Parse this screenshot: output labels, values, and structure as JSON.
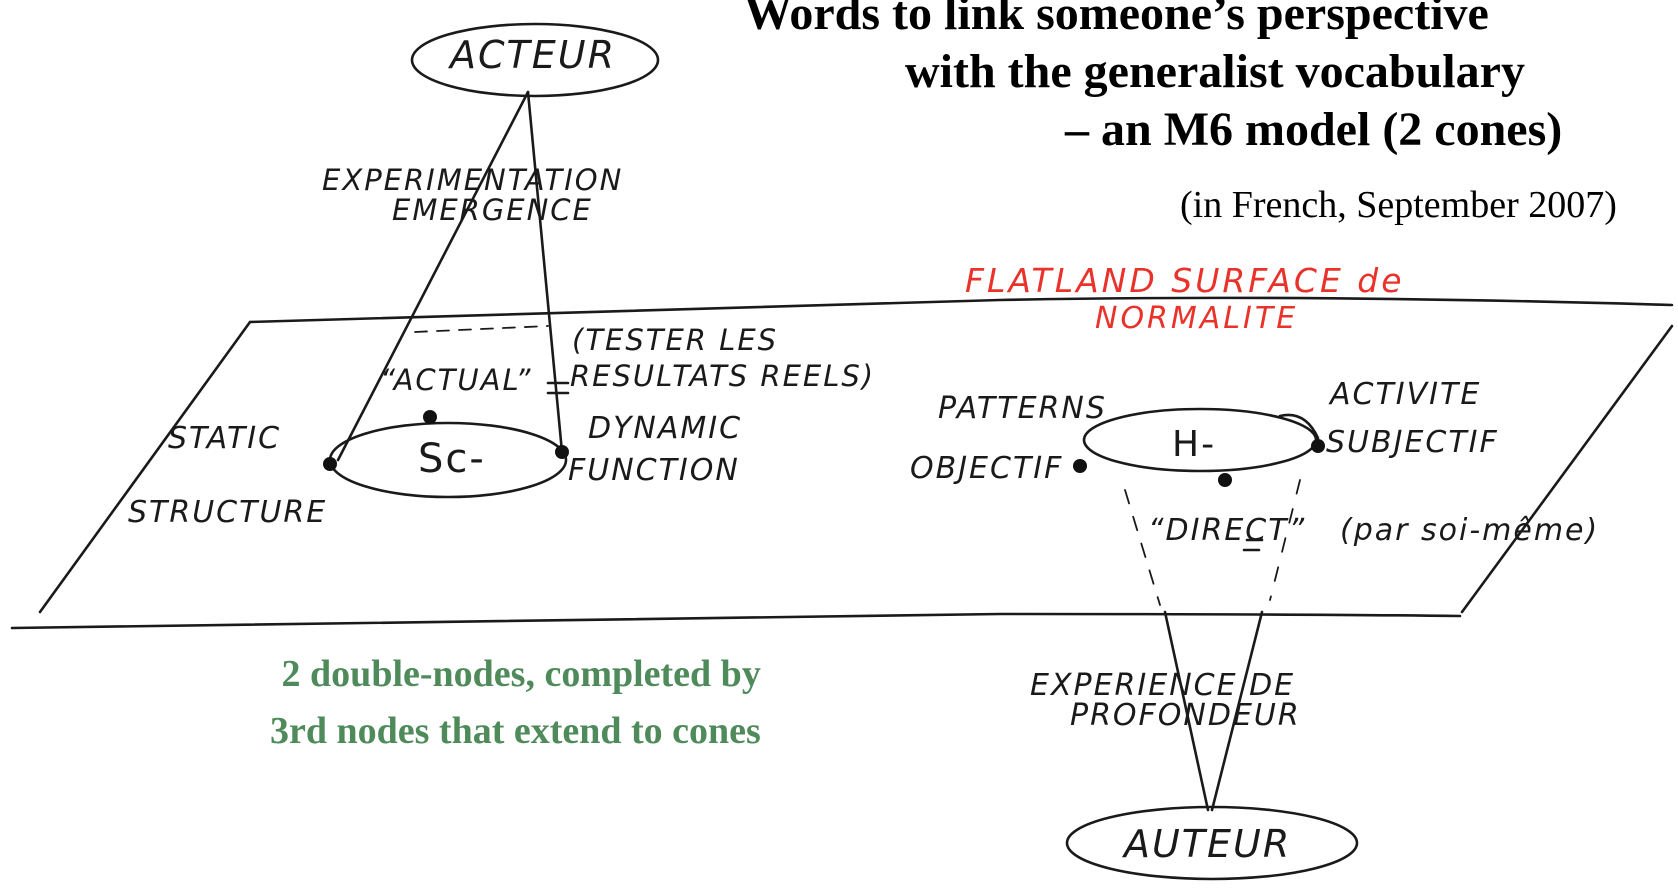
{
  "title": {
    "line1": "Words to link someone’s perspective",
    "line2": "with the generalist vocabulary",
    "line3": "– an M6 model (2 cones)",
    "subtitle": "(in French, September 2007)"
  },
  "caption": {
    "line1": "2 double-nodes, completed by",
    "line2": "3rd nodes that extend to cones"
  },
  "handwriting": {
    "acteur": "ACTEUR",
    "auteur": "AUTEUR",
    "experimentation": "EXPERIMENTATION",
    "emergence": "EMERGENCE",
    "flatland": "FLATLAND SURFACE de",
    "normalite": "NORMALITE",
    "tester_les": "(TESTER LES",
    "resultats": "RESULTATS REELS)",
    "actual": "“ACTUAL”",
    "static": "STATIC",
    "structure": "STRUCTURE",
    "sc_node": "Sc-",
    "dynamic": "DYNAMIC",
    "function": "FUNCTION",
    "patterns": "PATTERNS",
    "objectif": "OBJECTIF",
    "h_node": "H-",
    "activite": "ACTIVITE",
    "subjectif": "SUBJECTIF",
    "direct": "“DIRECT”",
    "par_soi": "(par soi-même)",
    "experience": "EXPERIENCE DE",
    "profondeur": "PROFONDEUR"
  },
  "colors": {
    "ink": "#1a1a1a",
    "red_ink": "#e8322a",
    "caption_green": "#4f8a5b"
  }
}
